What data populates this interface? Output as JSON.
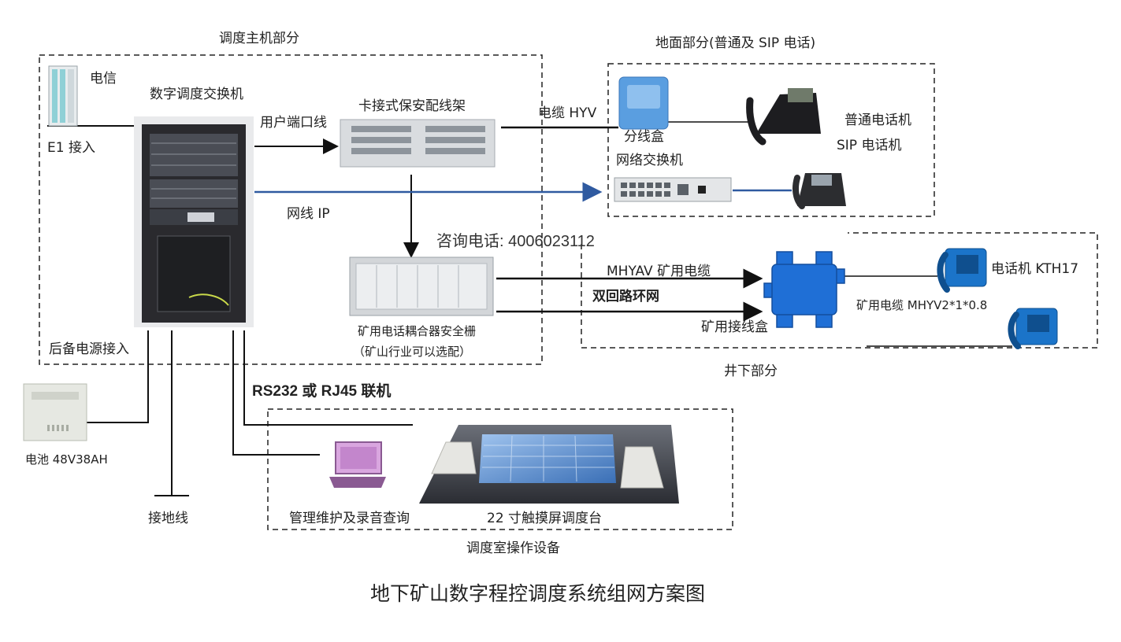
{
  "colors": {
    "line": "#111111",
    "network_line": "#2f5aa0",
    "rack_dark": "#2a2a2e",
    "junction_blue": "#1f6fd6",
    "phone_blue": "#1b74c9",
    "box_blue": "#5a9ee0"
  },
  "sections": {
    "host": "调度主机部分",
    "ground": "地面部分(普通及 SIP 电话)",
    "underground": "井下部分",
    "control_room": "调度室操作设备"
  },
  "labels": {
    "telecom": "电信",
    "e1": "E1 接入",
    "switch": "数字调度交换机",
    "user_port": "用户端口线",
    "distribution_frame": "卡接式保安配线架",
    "cable_hyv": "电缆 HYV",
    "junction_box_ground": "分线盒",
    "ordinary_phone": "普通电话机",
    "sip_phone": "SIP 电话机",
    "network_switch": "网络交换机",
    "net_ip": "网线 IP",
    "hotline": "咨询电话: 4006023112",
    "mhyav": "MHYAV 矿用电缆",
    "dual_loop": "双回路环网",
    "mine_junction": "矿用接线盒",
    "mine_cable": "矿用电缆 MHYV2*1*0.8",
    "phone_kth17": "电话机 KTH17",
    "coupler_line1": "矿用电话耦合器安全栅",
    "coupler_line2": "（矿山行业可以选配）",
    "backup_power": "后备电源接入",
    "battery": "电池 48V38AH",
    "ground_wire": "接地线",
    "rs232": "RS232 或 RJ45 联机",
    "maintenance": "管理维护及录音查询",
    "console": "22 寸触摸屏调度台"
  },
  "title": "地下矿山数字程控调度系统组网方案图"
}
